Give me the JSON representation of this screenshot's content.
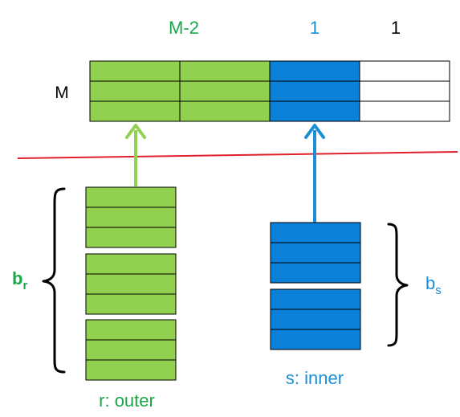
{
  "colors": {
    "green": "#92d050",
    "blue": "#0a80d8",
    "label_green": "#1aa84a",
    "label_blue": "#1a8fd8",
    "black": "#000000",
    "red_line": "#e0202a",
    "border": "#000000",
    "white": "#ffffff"
  },
  "memory": {
    "row_label": "M",
    "top_labels": {
      "green": "M-2",
      "blue": "1",
      "black": "1"
    },
    "rows": 3
  },
  "relation_r": {
    "label": "r: outer",
    "brace_label_main": "b",
    "brace_label_sub": "r",
    "blocks": 3,
    "rows_per_block": 3
  },
  "relation_s": {
    "label": "s: inner",
    "brace_label_main": "b",
    "brace_label_sub": "s",
    "blocks": 2,
    "rows_per_block": 3
  },
  "icons": {
    "arrow_r": "up-arrow-icon",
    "arrow_s": "up-arrow-icon",
    "brace_r": "left-curly-brace",
    "brace_s": "right-curly-brace"
  }
}
